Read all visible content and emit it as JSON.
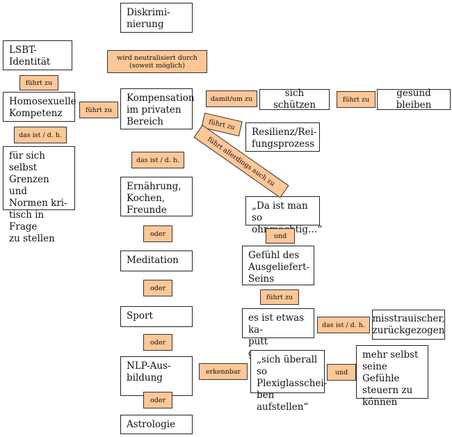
{
  "nodes": {
    "diskriminierung": "Diskrimi-\nnierung",
    "lsbt": "LSBT-\nIdentität",
    "homokompetenz": "Homosexuelle\nKompetenz",
    "grenzen": "für sich selbst\nGrenzen und\nNormen kri-\ntisch in Frage\nzu stellen",
    "kompensation": "Kompensation\nim privaten\nBereich",
    "schuetzen": "sich schützen",
    "gesund": "gesund bleiben",
    "resilienz": "Resilienz/Rei-\nfungsprozess",
    "ernaehrung": "Ernährung,\nKochen,\nFreunde",
    "ohnmaechtig": "„Da ist man so\nohnmächtig…“",
    "meditation": "Meditation",
    "ausgeliefert": "Gefühl des\nAusgeliefert-\nSeins",
    "sport": "Sport",
    "kaputt": "es ist etwas ka-\nputt gegangen",
    "misstrauisch": "misstrauischer,\nzurückgezogen",
    "nlp": "NLP-Aus-\nbildung",
    "plexiglas": "„sich überall so\nPlexiglasschei-\nben aufstellen“",
    "selbst": "mehr selbst\nseine Gefühle\nsteuern zu\nkönnen",
    "astrologie": "Astrologie"
  },
  "labels": {
    "neutralisiert": "wird neutralisiert durch\n(soweit möglich)",
    "fuehrt_zu_lsbt": "führt zu",
    "fuehrt_zu_kompetenz": "führt zu",
    "das_ist_links": "das ist / d. h.",
    "damit_um_zu": "damit/um zu",
    "fuehrt_zu_schuetzen": "führt zu",
    "fuehrt_zu_resilienz": "führt zu",
    "fuehrt_allerdings": "führt allerdings auch zu",
    "das_ist_mitte": "das ist / d. h.",
    "und_1": "und",
    "oder_1": "oder",
    "oder_2": "oder",
    "fuehrt_zu_kaputt": "führt zu",
    "das_ist_rechts": "das ist / d. h.",
    "oder_3": "oder",
    "erkennbar": "erkennbar",
    "und_2": "und",
    "oder_4": "oder"
  }
}
